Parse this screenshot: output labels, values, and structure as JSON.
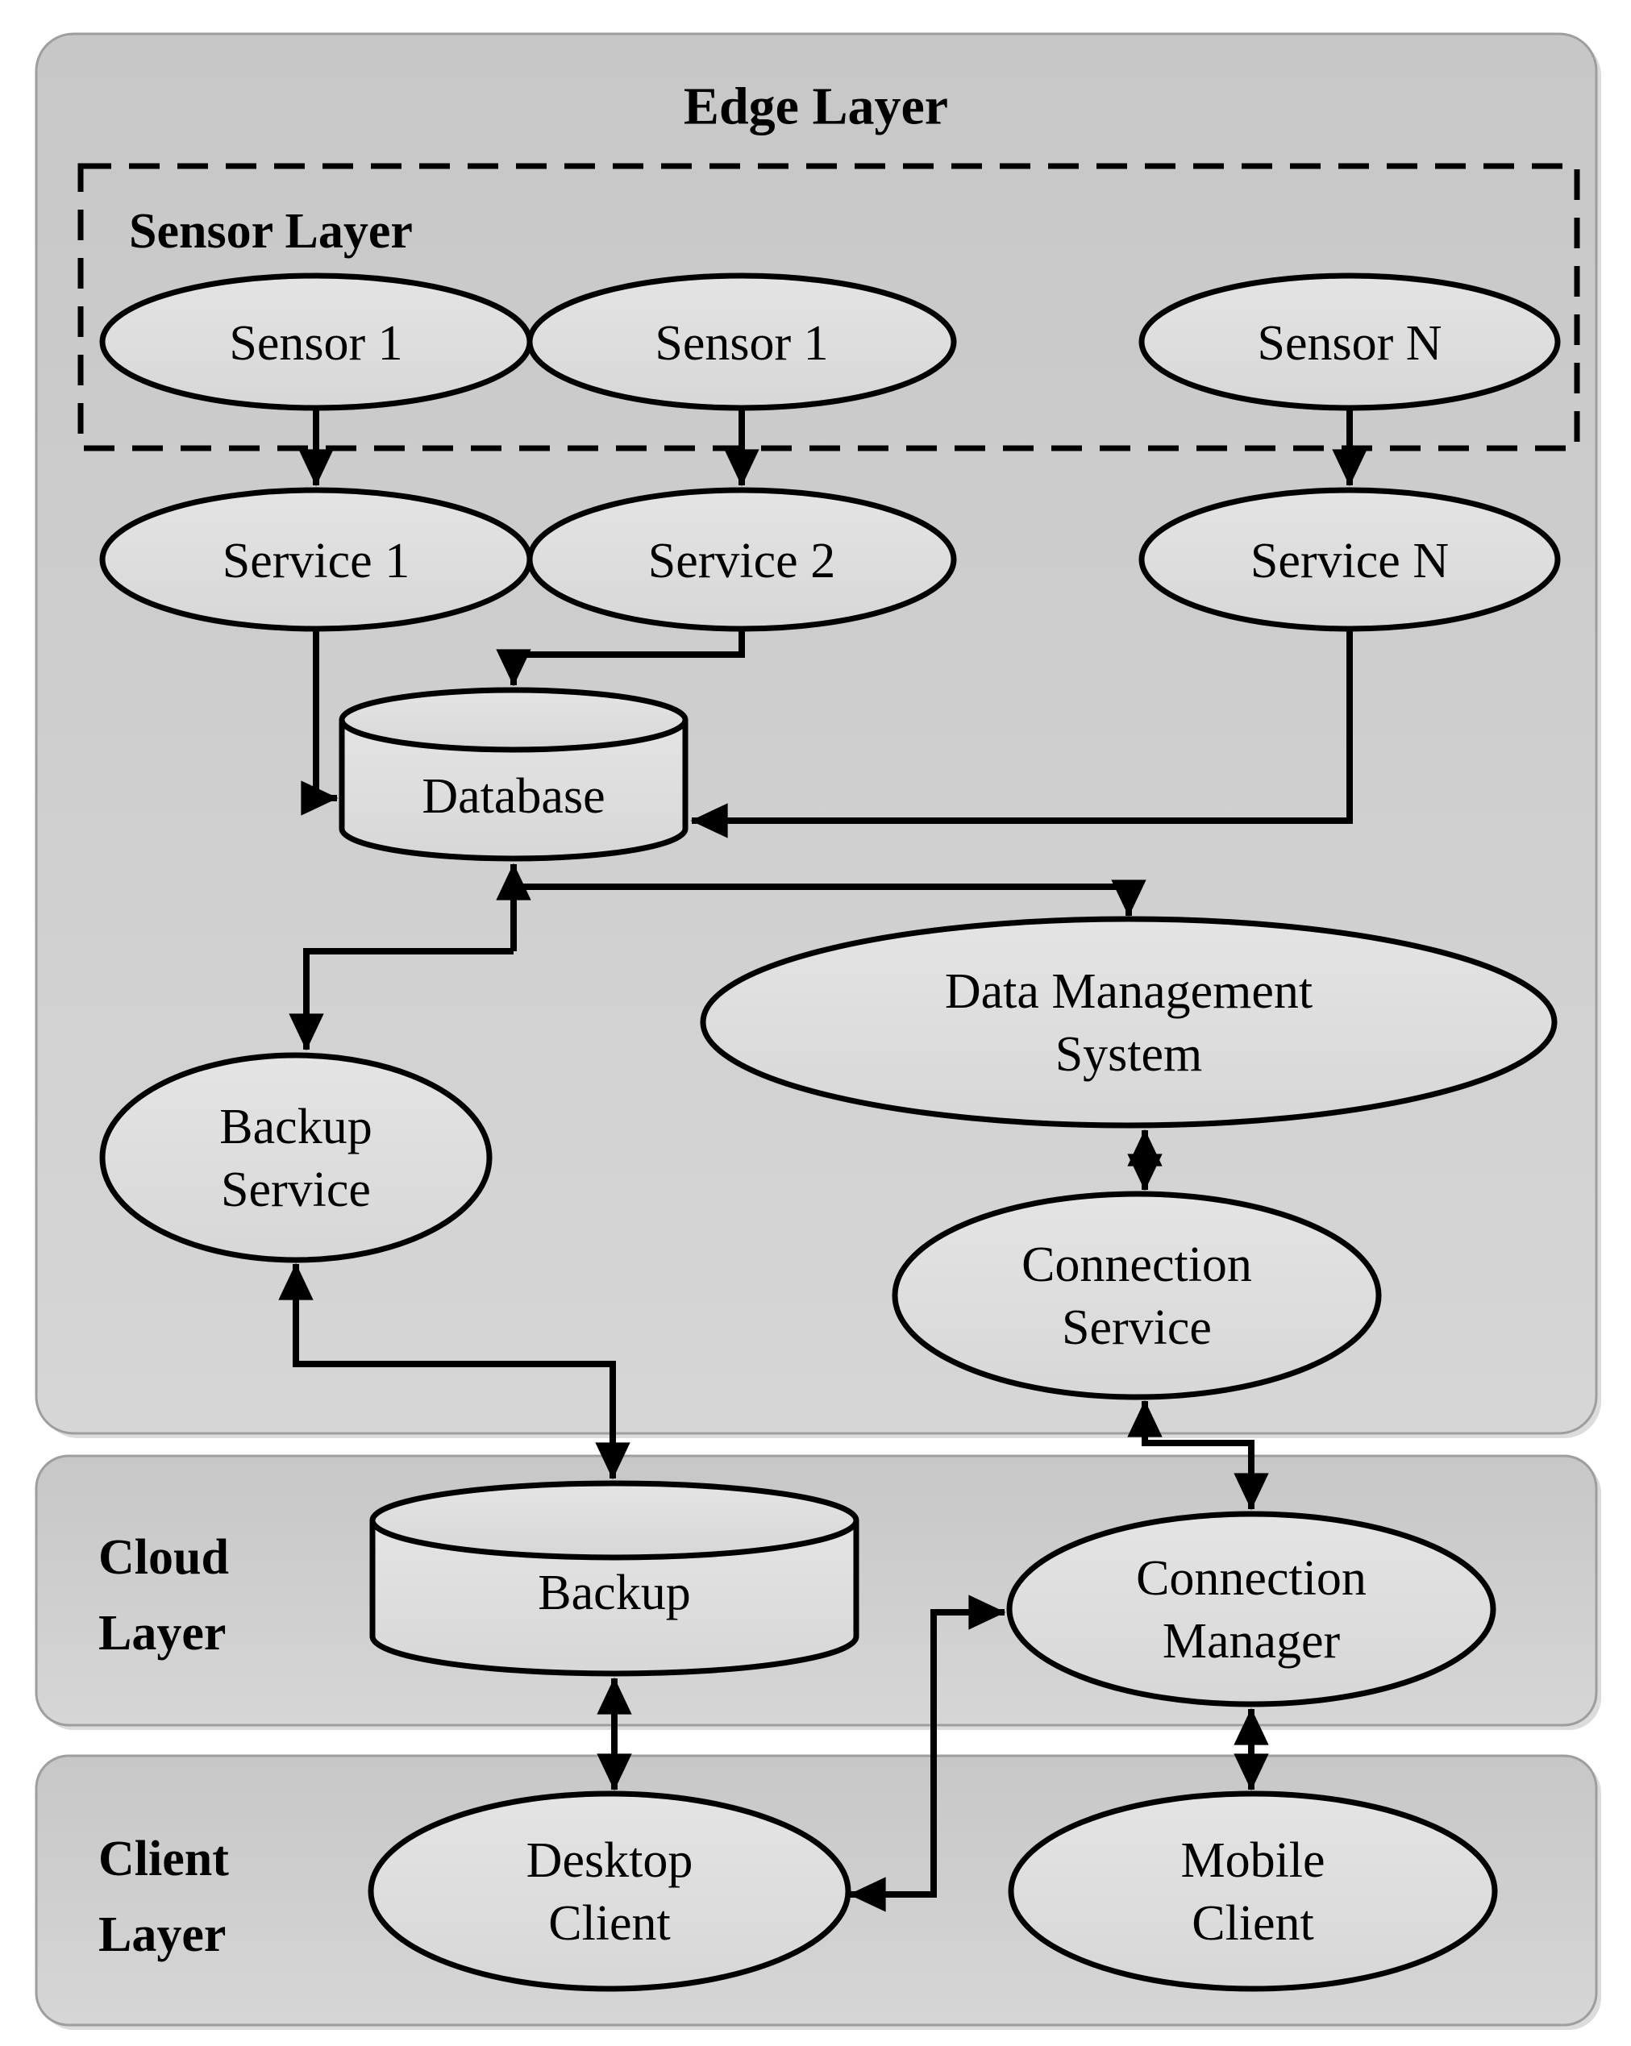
{
  "layers": {
    "edge": {
      "label": "Edge Layer"
    },
    "sensor": {
      "label": "Sensor Layer"
    },
    "cloud": {
      "line1": "Cloud",
      "line2": "Layer"
    },
    "client": {
      "line1": "Client",
      "line2": "Layer"
    }
  },
  "nodes": {
    "sensor1": {
      "label": "Sensor 1",
      "shape": "ellipse"
    },
    "sensor2": {
      "label": "Sensor 1",
      "shape": "ellipse"
    },
    "sensor_n": {
      "label": "Sensor N",
      "shape": "ellipse"
    },
    "service1": {
      "label": "Service 1",
      "shape": "ellipse"
    },
    "service2": {
      "label": "Service 2",
      "shape": "ellipse"
    },
    "service_n": {
      "label": "Service N",
      "shape": "ellipse"
    },
    "database": {
      "label": "Database",
      "shape": "cylinder"
    },
    "data_management_system": {
      "line1": "Data Management",
      "line2": "System",
      "shape": "ellipse"
    },
    "backup_service": {
      "line1": "Backup",
      "line2": "Service",
      "shape": "ellipse"
    },
    "connection_service": {
      "line1": "Connection",
      "line2": "Service",
      "shape": "ellipse"
    },
    "backup": {
      "label": "Backup",
      "shape": "cylinder"
    },
    "connection_manager": {
      "line1": "Connection",
      "line2": "Manager",
      "shape": "ellipse"
    },
    "desktop_client": {
      "line1": "Desktop",
      "line2": "Client",
      "shape": "ellipse"
    },
    "mobile_client": {
      "line1": "Mobile",
      "line2": "Client",
      "shape": "ellipse"
    }
  },
  "connections": [
    {
      "from": "sensor1",
      "to": "service1",
      "arrows": "to"
    },
    {
      "from": "sensor2",
      "to": "service2",
      "arrows": "to"
    },
    {
      "from": "sensor_n",
      "to": "service_n",
      "arrows": "to"
    },
    {
      "from": "service1",
      "to": "database",
      "arrows": "to"
    },
    {
      "from": "service2",
      "to": "database",
      "arrows": "to"
    },
    {
      "from": "service_n",
      "to": "database",
      "arrows": "to"
    },
    {
      "from": "database_junction",
      "to": "database",
      "arrows": "to"
    },
    {
      "from": "database_junction",
      "to": "data_management_system",
      "arrows": "to"
    },
    {
      "from": "database_junction",
      "to": "backup_service",
      "arrows": "to"
    },
    {
      "from": "data_management_system",
      "to": "connection_service",
      "arrows": "both"
    },
    {
      "from": "backup_service",
      "to": "backup",
      "arrows": "both"
    },
    {
      "from": "backup",
      "to": "desktop_client",
      "arrows": "both"
    },
    {
      "from": "connection_service",
      "to": "connection_manager",
      "arrows": "both"
    },
    {
      "from": "connection_manager",
      "to": "mobile_client",
      "arrows": "both"
    },
    {
      "from": "connection_manager",
      "to": "desktop_client",
      "arrows": "both"
    }
  ],
  "colors": {
    "page_bg": "#ffffff",
    "band_top": "#c7c7c7",
    "band_bottom": "#d6d6d6",
    "band_border": "#9e9e9e",
    "node_top": "#e4e4e4",
    "node_bottom": "#d7d7d7",
    "line": "#000000",
    "text": "#000000"
  }
}
